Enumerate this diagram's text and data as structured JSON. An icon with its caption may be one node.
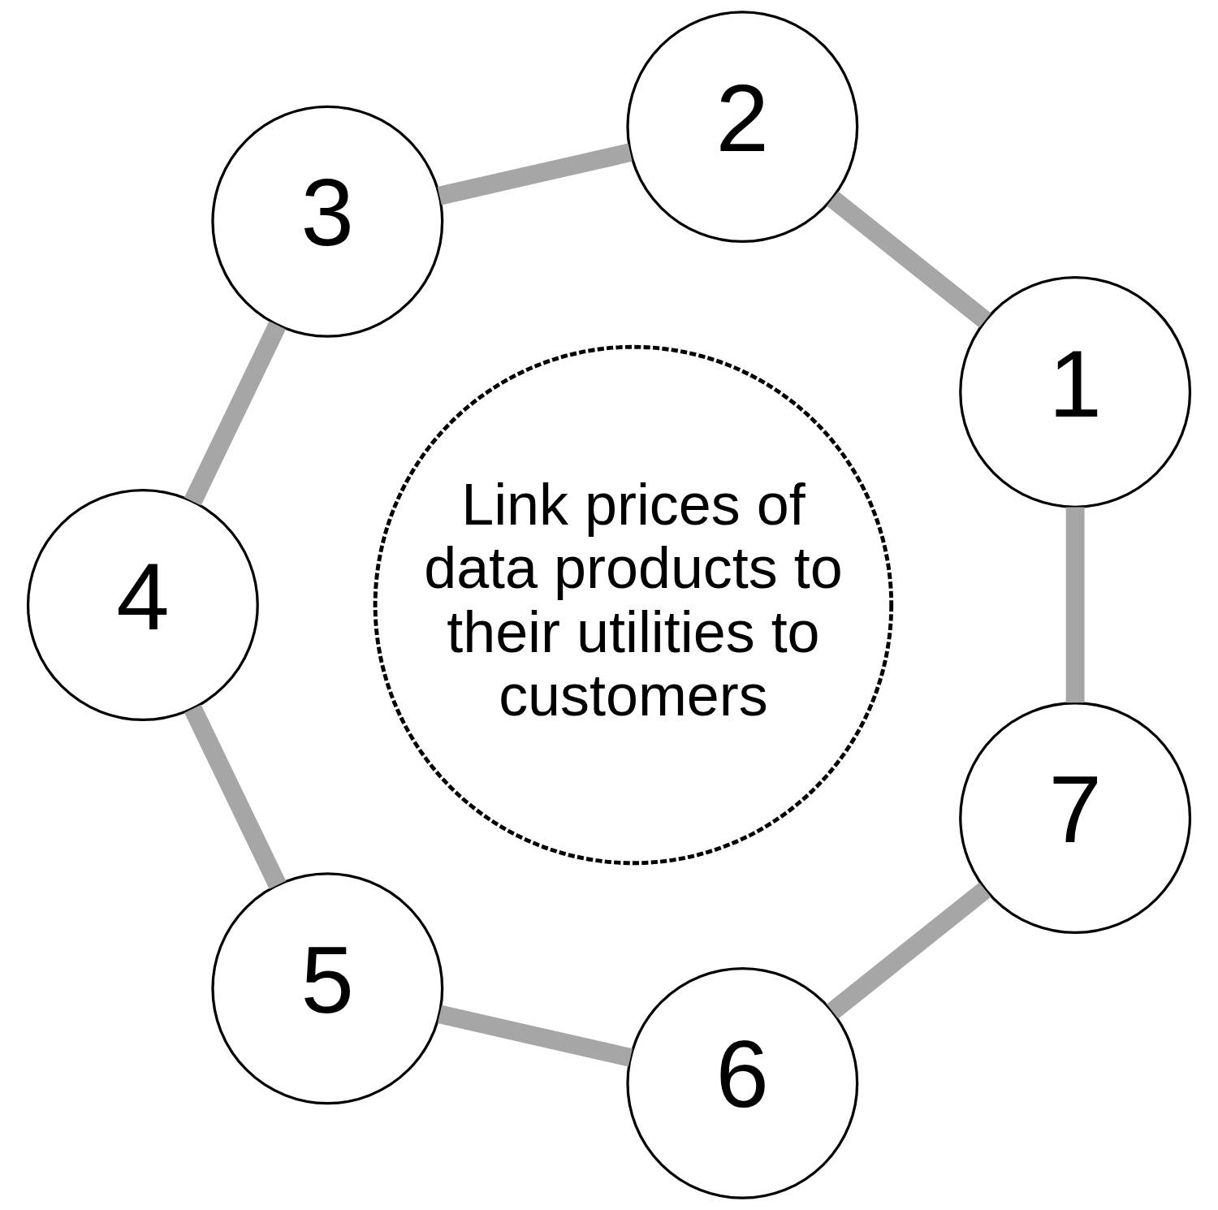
{
  "diagram": {
    "nodes": [
      {
        "text": [
          "1"
        ]
      },
      {
        "text": [
          "2"
        ]
      },
      {
        "text": [
          "3"
        ]
      },
      {
        "text": [
          "4"
        ]
      },
      {
        "text": [
          "5"
        ]
      },
      {
        "text": [
          "6"
        ]
      },
      {
        "text": [
          "7"
        ]
      },
      {
        "text": [
          "Link prices of data products to their utilities to customers"
        ]
      }
    ],
    "edges": [
      {
        "from": 0,
        "to": 1,
        "arrow": "none"
      },
      {
        "from": 1,
        "to": 2,
        "arrow": "none"
      },
      {
        "from": 2,
        "to": 3,
        "arrow": "none"
      },
      {
        "from": 3,
        "to": 4,
        "arrow": "none"
      },
      {
        "from": 4,
        "to": 5,
        "arrow": "none"
      },
      {
        "from": 5,
        "to": 6,
        "arrow": "none"
      },
      {
        "from": 6,
        "to": 0,
        "arrow": "none"
      }
    ]
  }
}
